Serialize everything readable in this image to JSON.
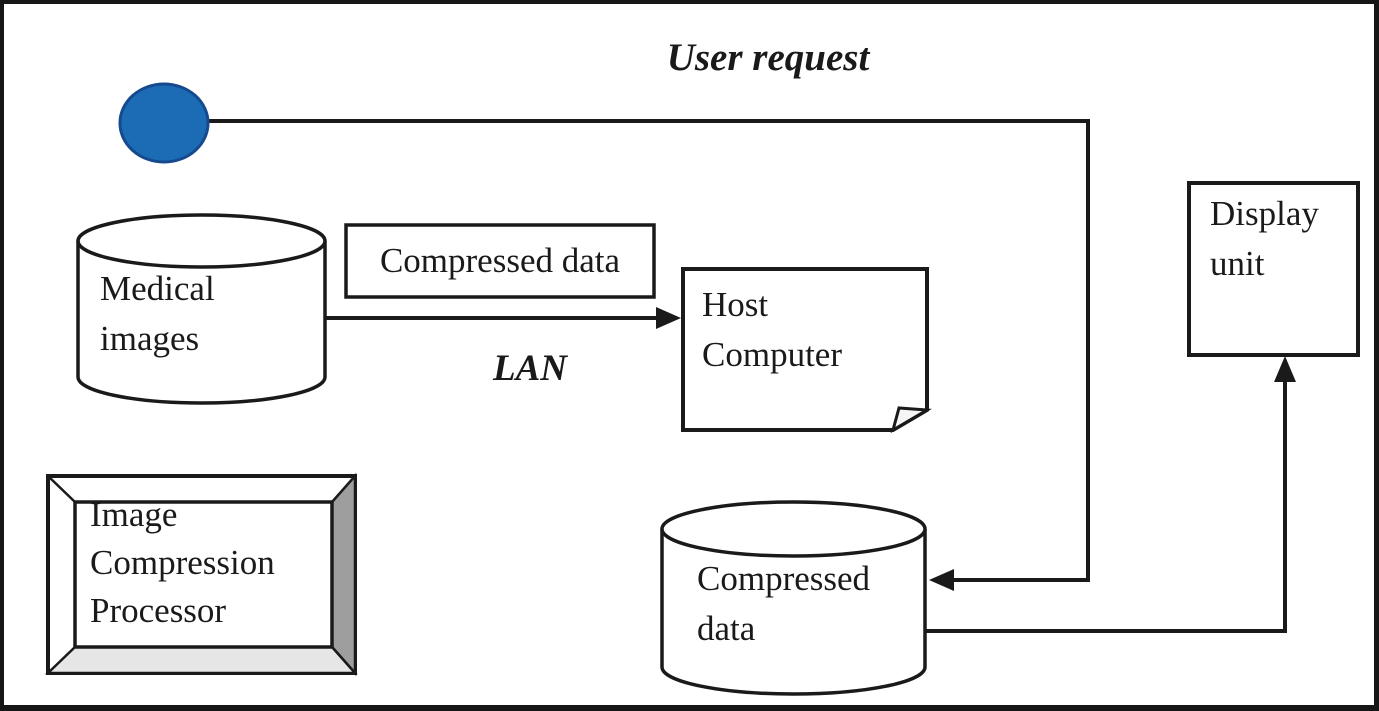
{
  "figure": {
    "background_color": "#ffffff",
    "frame_color": "#161616",
    "line_color": "#1a1a1a",
    "text_color": "#1a1a1a"
  },
  "annotations": {
    "user_request": "User request",
    "lan": "LAN"
  },
  "nodes": {
    "user_terminal": {
      "shape": "filled-ellipse",
      "fill_color": "#1b6cb4",
      "stroke_color": "#164a8f"
    },
    "medical_images": {
      "shape": "cylinder",
      "lines": [
        "Medical",
        "images"
      ]
    },
    "compressed_data_label": {
      "shape": "rectangle",
      "text": "Compressed data"
    },
    "host_computer": {
      "shape": "note",
      "lines": [
        "Host",
        "Computer"
      ]
    },
    "display_unit": {
      "shape": "rectangle",
      "lines": [
        "Display",
        "unit"
      ]
    },
    "compressed_data_store": {
      "shape": "cylinder",
      "lines": [
        "Compressed",
        "data"
      ]
    },
    "image_compression_processor": {
      "shape": "bevel-frame",
      "lines": [
        "Image",
        "Compression",
        "Processor"
      ],
      "bevel_right_color": "#9e9e9e",
      "bevel_bottom_color": "#e6e6e6"
    }
  },
  "connectors": [
    {
      "from": "user-terminal",
      "to": "compressed-data-store",
      "arrow": "left"
    },
    {
      "from": "medical-images",
      "to": "host-computer",
      "arrow": "right"
    },
    {
      "from": "compressed-data-store",
      "to": "display-unit",
      "arrow": "up"
    }
  ]
}
